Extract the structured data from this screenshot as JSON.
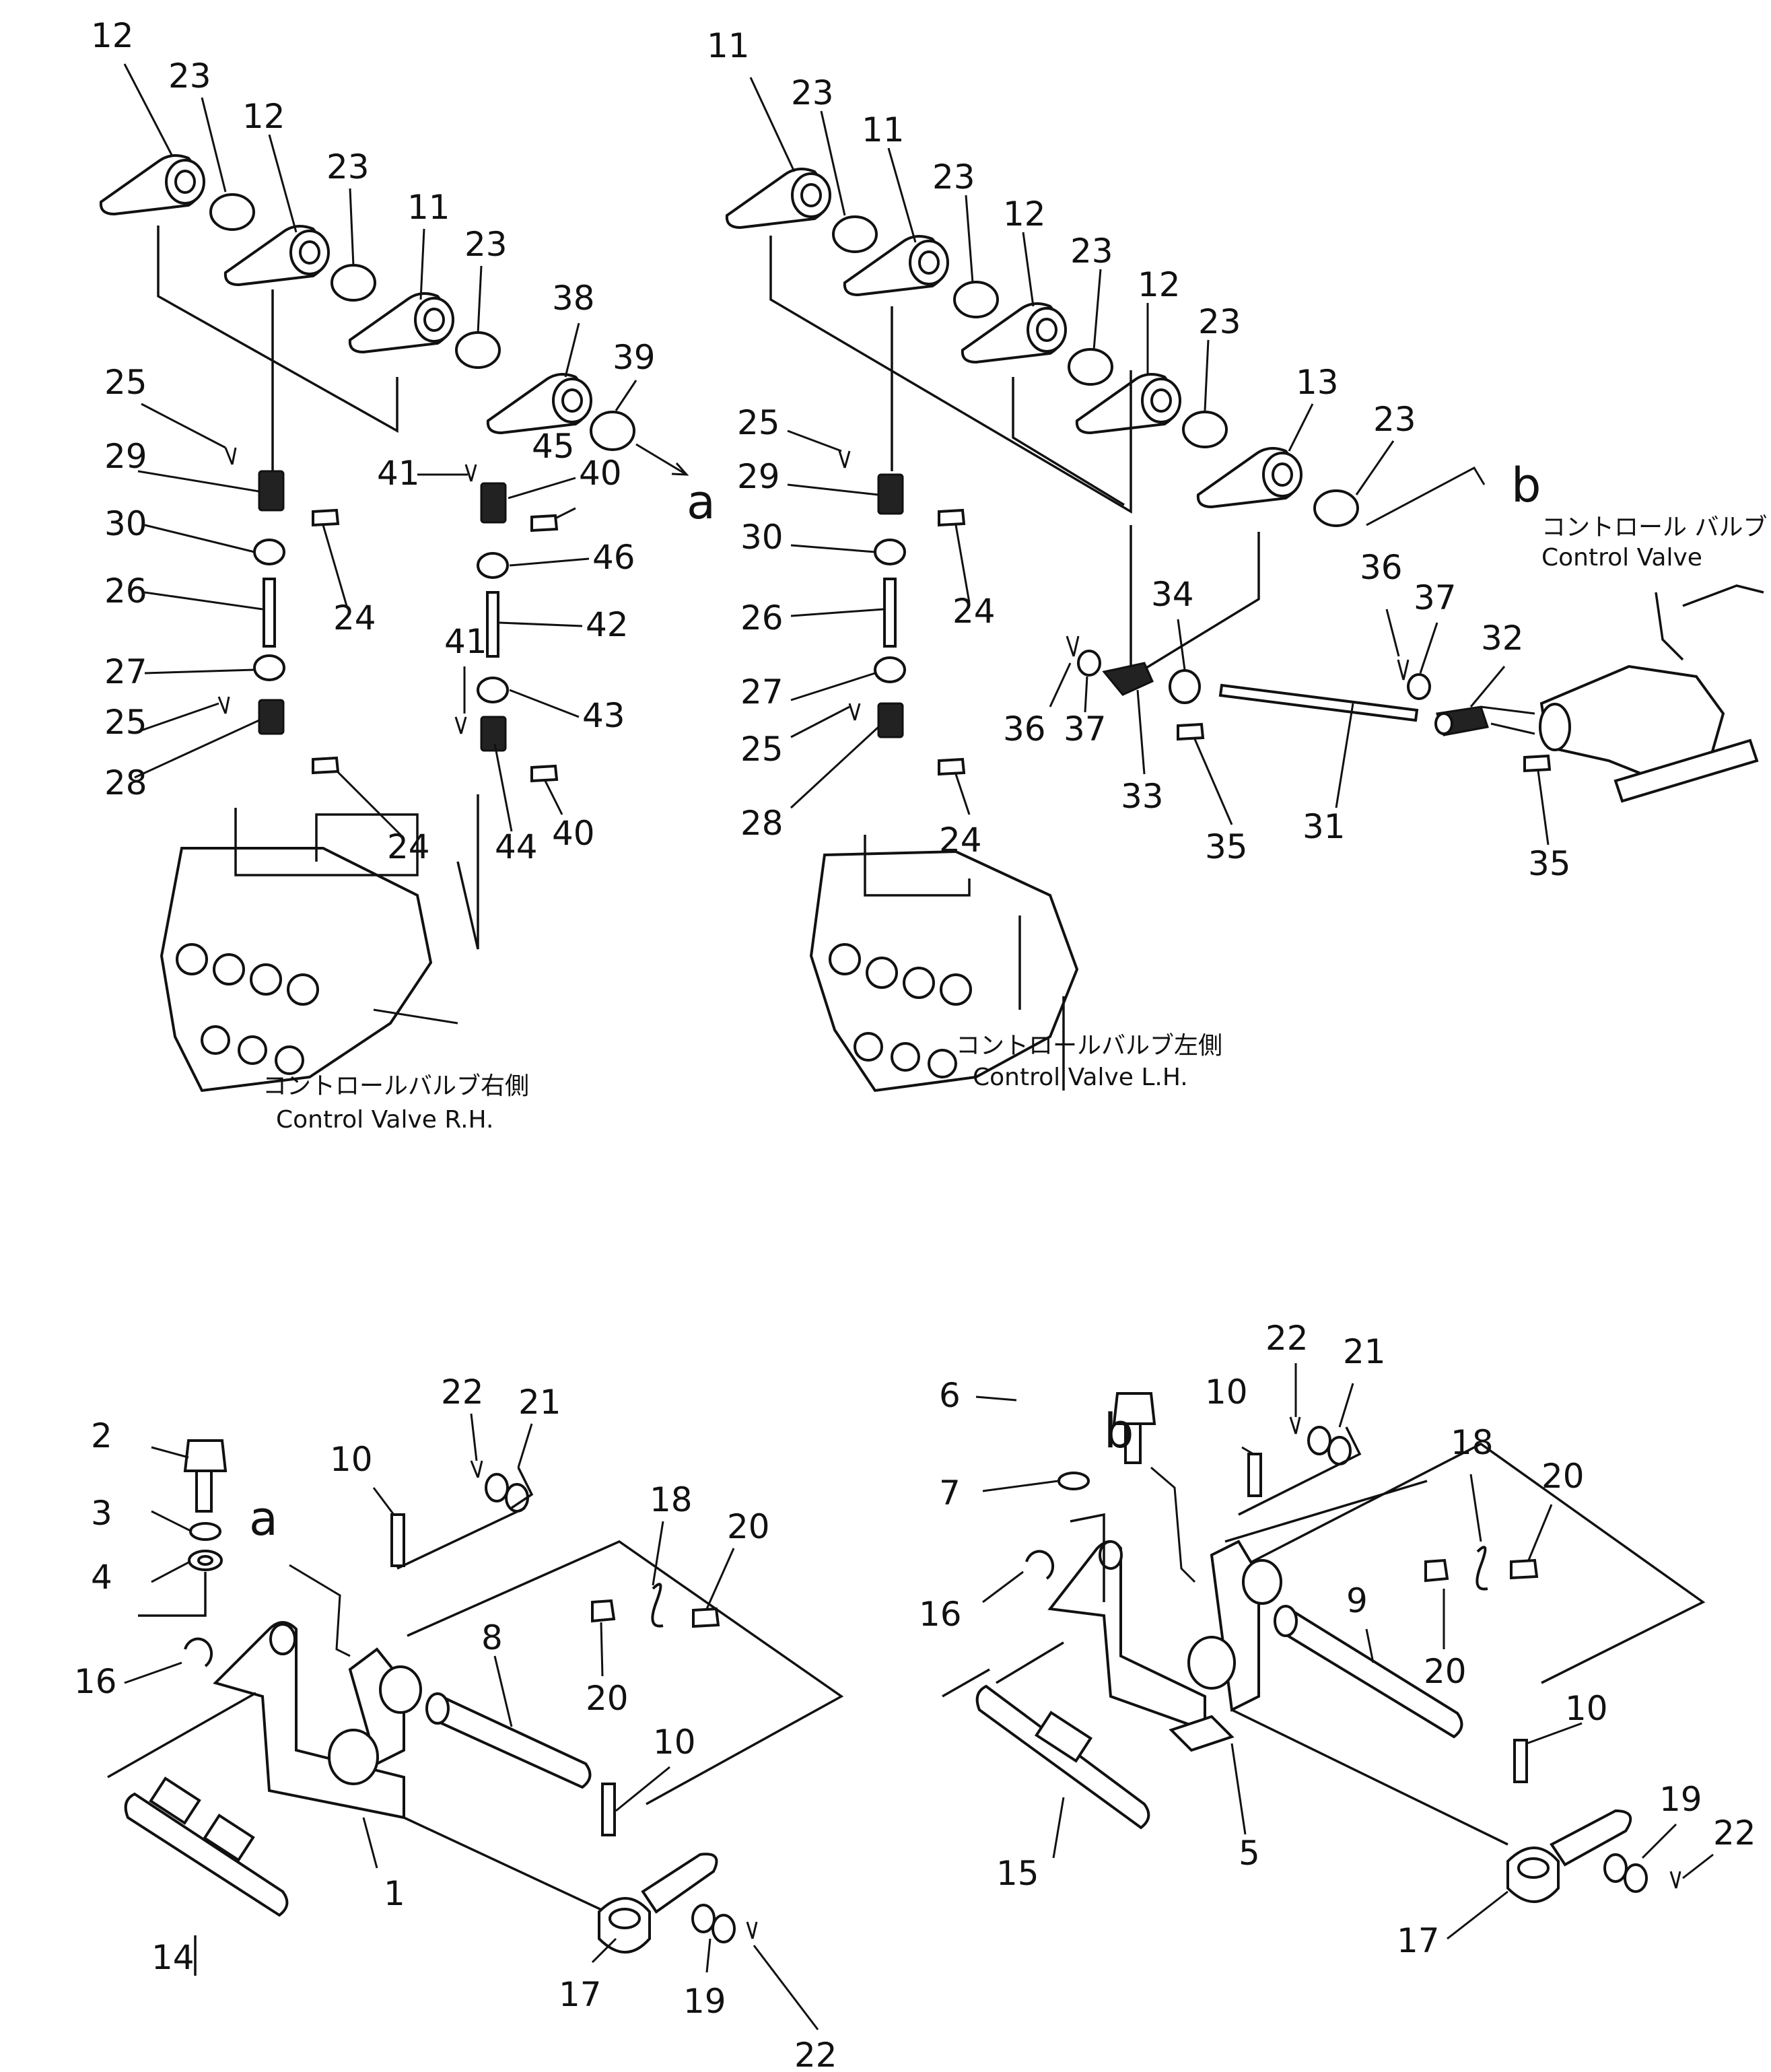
{
  "callouts": [
    {
      "id": "c01",
      "text": "12"
    },
    {
      "id": "c02",
      "text": "23"
    },
    {
      "id": "c03",
      "text": "12"
    },
    {
      "id": "c04",
      "text": "23"
    },
    {
      "id": "c05",
      "text": "11"
    },
    {
      "id": "c06",
      "text": "23"
    },
    {
      "id": "c07",
      "text": "38"
    },
    {
      "id": "c08",
      "text": "39"
    },
    {
      "id": "c09",
      "text": "a"
    },
    {
      "id": "c10",
      "text": "25"
    },
    {
      "id": "c11",
      "text": "29"
    },
    {
      "id": "c12",
      "text": "30"
    },
    {
      "id": "c13",
      "text": "26"
    },
    {
      "id": "c14",
      "text": "27"
    },
    {
      "id": "c15",
      "text": "25"
    },
    {
      "id": "c16",
      "text": "28"
    },
    {
      "id": "c17",
      "text": "24"
    },
    {
      "id": "c18",
      "text": "24"
    },
    {
      "id": "c19",
      "text": "41"
    },
    {
      "id": "c20",
      "text": "45"
    },
    {
      "id": "c21",
      "text": "40"
    },
    {
      "id": "c22",
      "text": "46"
    },
    {
      "id": "c23",
      "text": "42"
    },
    {
      "id": "c24",
      "text": "41"
    },
    {
      "id": "c25",
      "text": "43"
    },
    {
      "id": "c26",
      "text": "44"
    },
    {
      "id": "c27",
      "text": "40"
    },
    {
      "id": "c28",
      "text": "11"
    },
    {
      "id": "c29",
      "text": "23"
    },
    {
      "id": "c30",
      "text": "11"
    },
    {
      "id": "c31",
      "text": "23"
    },
    {
      "id": "c32",
      "text": "12"
    },
    {
      "id": "c33",
      "text": "23"
    },
    {
      "id": "c34",
      "text": "12"
    },
    {
      "id": "c35",
      "text": "23"
    },
    {
      "id": "c36",
      "text": "13"
    },
    {
      "id": "c37",
      "text": "23"
    },
    {
      "id": "c38",
      "text": "b"
    },
    {
      "id": "c39",
      "text": "25"
    },
    {
      "id": "c40",
      "text": "29"
    },
    {
      "id": "c41",
      "text": "30"
    },
    {
      "id": "c42",
      "text": "26"
    },
    {
      "id": "c43",
      "text": "27"
    },
    {
      "id": "c44",
      "text": "25"
    },
    {
      "id": "c45",
      "text": "28"
    },
    {
      "id": "c46",
      "text": "24"
    },
    {
      "id": "c47",
      "text": "24"
    },
    {
      "id": "c48",
      "text": "36"
    },
    {
      "id": "c49",
      "text": "37"
    },
    {
      "id": "c50",
      "text": "34"
    },
    {
      "id": "c51",
      "text": "33"
    },
    {
      "id": "c52",
      "text": "35"
    },
    {
      "id": "c53",
      "text": "31"
    },
    {
      "id": "c54",
      "text": "36"
    },
    {
      "id": "c55",
      "text": "37"
    },
    {
      "id": "c56",
      "text": "32"
    },
    {
      "id": "c57",
      "text": "35"
    },
    {
      "id": "c58",
      "text": "2"
    },
    {
      "id": "c59",
      "text": "3"
    },
    {
      "id": "c60",
      "text": "4"
    },
    {
      "id": "c61",
      "text": "16"
    },
    {
      "id": "c62",
      "text": "a"
    },
    {
      "id": "c63",
      "text": "10"
    },
    {
      "id": "c64",
      "text": "22"
    },
    {
      "id": "c65",
      "text": "21"
    },
    {
      "id": "c66",
      "text": "8"
    },
    {
      "id": "c67",
      "text": "18"
    },
    {
      "id": "c68",
      "text": "20"
    },
    {
      "id": "c69",
      "text": "20"
    },
    {
      "id": "c70",
      "text": "10"
    },
    {
      "id": "c71",
      "text": "1"
    },
    {
      "id": "c72",
      "text": "14"
    },
    {
      "id": "c73",
      "text": "17"
    },
    {
      "id": "c74",
      "text": "19"
    },
    {
      "id": "c75",
      "text": "22"
    },
    {
      "id": "c76",
      "text": "6"
    },
    {
      "id": "c77",
      "text": "b"
    },
    {
      "id": "c78",
      "text": "7"
    },
    {
      "id": "c79",
      "text": "16"
    },
    {
      "id": "c80",
      "text": "10"
    },
    {
      "id": "c81",
      "text": "22"
    },
    {
      "id": "c82",
      "text": "21"
    },
    {
      "id": "c83",
      "text": "18"
    },
    {
      "id": "c84",
      "text": "20"
    },
    {
      "id": "c85",
      "text": "9"
    },
    {
      "id": "c86",
      "text": "20"
    },
    {
      "id": "c87",
      "text": "10"
    },
    {
      "id": "c88",
      "text": "15"
    },
    {
      "id": "c89",
      "text": "5"
    },
    {
      "id": "c90",
      "text": "17"
    },
    {
      "id": "c91",
      "text": "19"
    },
    {
      "id": "c92",
      "text": "22"
    }
  ],
  "captions": {
    "rh_jp": "コントロールバルブ右側",
    "rh_en": "Control Valve R.H.",
    "lh_jp": "コントロールバルブ左側",
    "lh_en": "Control Valve L.H.",
    "cv_jp": "コントロール バルブ",
    "cv_en": "Control Valve"
  }
}
